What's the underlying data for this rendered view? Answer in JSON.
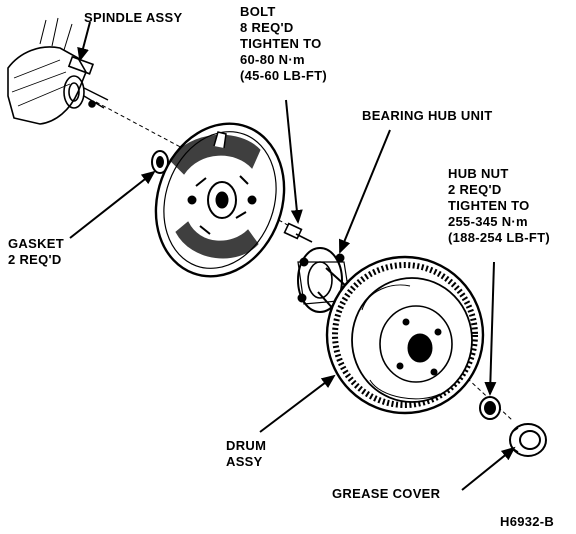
{
  "labels": {
    "spindle_assy": "SPINDLE ASSY",
    "bolt": [
      "BOLT",
      "8 REQ'D",
      "TIGHTEN TO",
      "60-80 N·m",
      "(45-60 LB-FT)"
    ],
    "bearing_hub_unit": "BEARING HUB UNIT",
    "hub_nut": [
      "HUB NUT",
      "2 REQ'D",
      "TIGHTEN TO",
      "255-345 N·m",
      "(188-254 LB-FT)"
    ],
    "gasket": [
      "GASKET",
      "2 REQ'D"
    ],
    "drum_assy": [
      "DRUM",
      "ASSY"
    ],
    "grease_cover": "GREASE COVER",
    "figure_code": "H6932-B"
  },
  "colors": {
    "ink": "#000000",
    "paper": "#ffffff"
  }
}
